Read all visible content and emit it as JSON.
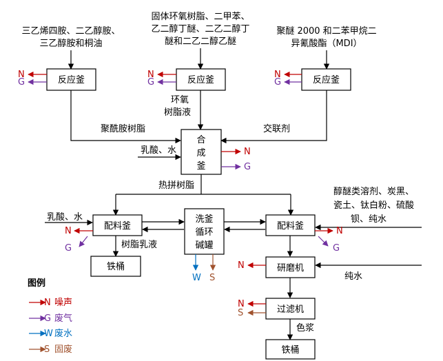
{
  "colors": {
    "noise": "#c00000",
    "gas": "#7030a0",
    "water": "#0070c0",
    "solid": "#a0522d",
    "line": "#000000"
  },
  "inputs": {
    "left": [
      "三乙烯四胺、二乙醇胺、",
      "三乙醇胺和桐油"
    ],
    "middle": [
      "固体环氧树脂、二甲苯、",
      "乙二醇丁醚、二乙二醇丁",
      "醚和二乙二醇乙醚"
    ],
    "right": [
      "聚醚 2000 和二苯甲烷二",
      "异氰酸酯（MDI）"
    ]
  },
  "equipment": {
    "reactor_1": "反应釜",
    "reactor_2": "反应釜",
    "reactor_3": "反应釜",
    "synthesis": [
      "合",
      "成",
      "釜"
    ],
    "mixer_left": "配料釜",
    "mixer_right": "配料釜",
    "wash": [
      "洗釜",
      "循环",
      "碱罐"
    ],
    "iron_bucket_left": "铁桶",
    "grinder": "研磨机",
    "filter": "过滤机",
    "iron_bucket_right": "铁桶"
  },
  "flows": {
    "polyamide_resin": "聚酰胺树脂",
    "epoxy_resin_liquid": [
      "环氧",
      "树脂液"
    ],
    "crosslinker": "交联剂",
    "lactic_acid_water": "乳酸、水",
    "hot_mix_resin": "热拼树脂",
    "lactic_acid_water_2": "乳酸、水",
    "resin_emulsion": "树脂乳液",
    "right_inputs": [
      "醇醚类溶剂、炭黑、",
      "瓷土、钛白粉、硫酸",
      "钡、纯水"
    ],
    "pure_water": "纯水",
    "color_paste": "色浆"
  },
  "pollutants": {
    "noise": "N",
    "gas": "G",
    "water": "W",
    "solid": "S"
  },
  "legend": {
    "title": "图例",
    "items": [
      {
        "code": "N",
        "label": "噪声"
      },
      {
        "code": "G",
        "label": "废气"
      },
      {
        "code": "W",
        "label": "废水"
      },
      {
        "code": "S",
        "label": "固废"
      }
    ]
  }
}
